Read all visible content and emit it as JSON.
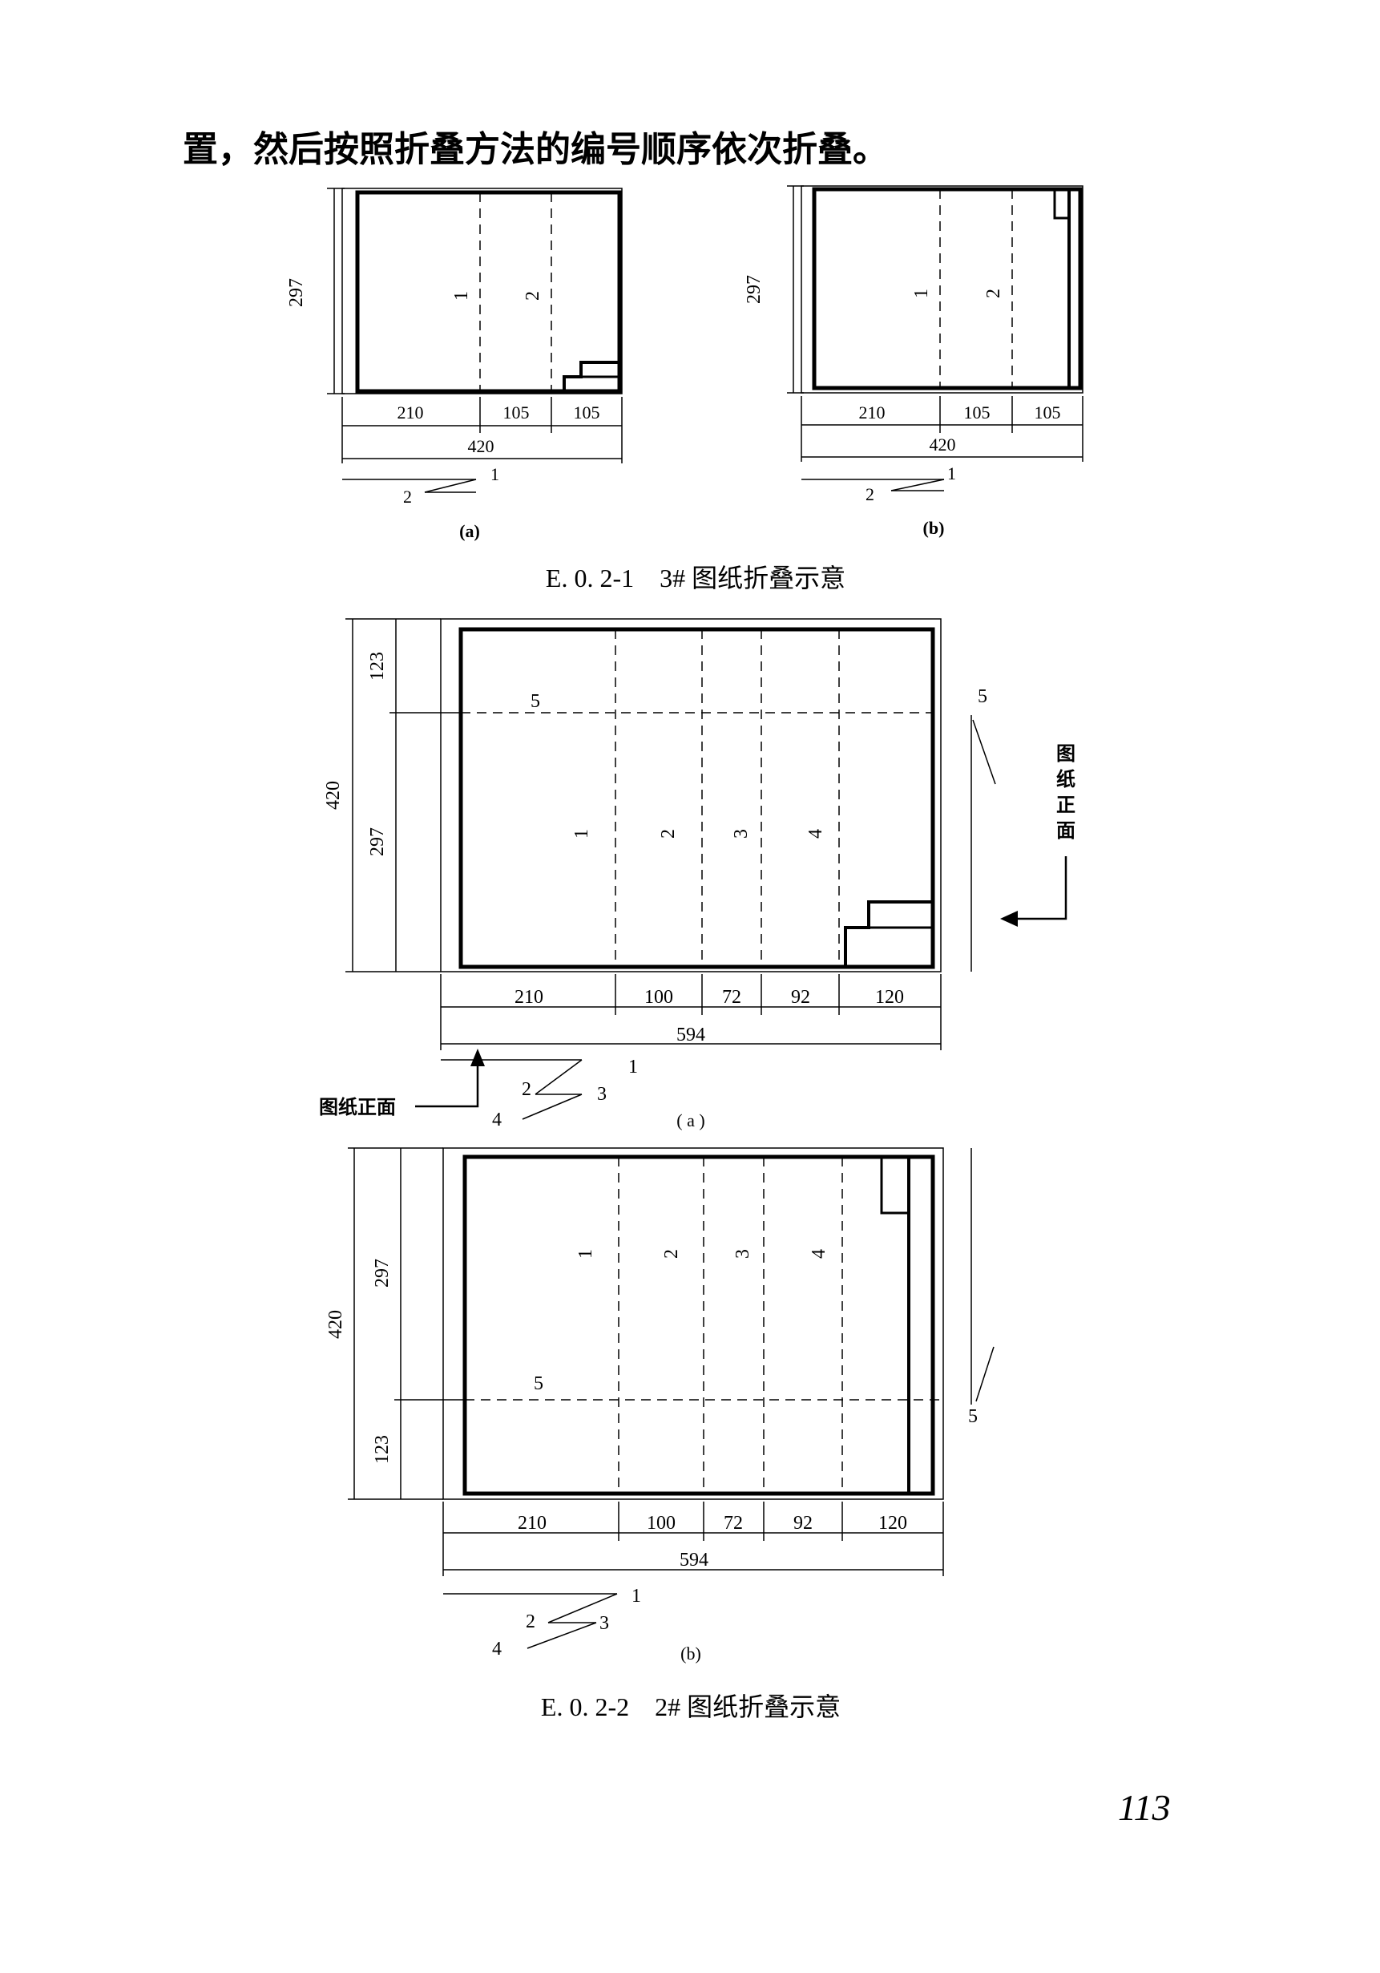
{
  "intro_text": "置，然后按照折叠方法的编号顺序依次折叠。",
  "figure1": {
    "caption": "E. 0. 2-1　3# 图纸折叠示意",
    "a": {
      "label": "(a)",
      "height": "297",
      "segments": [
        "210",
        "105",
        "105"
      ],
      "total": "420",
      "folds": [
        "1",
        "2"
      ],
      "seq": [
        "1",
        "2"
      ]
    },
    "b": {
      "label": "(b)",
      "height": "297",
      "segments": [
        "210",
        "105",
        "105"
      ],
      "total": "420",
      "folds": [
        "1",
        "2"
      ],
      "seq": [
        "1",
        "2"
      ]
    }
  },
  "figure2": {
    "caption": "E. 0. 2-2　2# 图纸折叠示意",
    "a": {
      "label": "( a )",
      "height_total": "420",
      "height_top": "123",
      "height_bottom": "297",
      "segments": [
        "210",
        "100",
        "72",
        "92",
        "120"
      ],
      "total": "594",
      "folds": [
        "1",
        "2",
        "3",
        "4",
        "5"
      ],
      "side_fold": "5",
      "front_label_vertical": [
        "图",
        "纸",
        "正",
        "面"
      ],
      "front_label": "图纸正面",
      "seq": [
        "1",
        "2",
        "3",
        "4"
      ]
    },
    "b": {
      "label": "(b)",
      "height_total": "420",
      "height_top": "297",
      "height_bottom": "123",
      "segments": [
        "210",
        "100",
        "72",
        "92",
        "120"
      ],
      "total": "594",
      "folds": [
        "1",
        "2",
        "3",
        "4",
        "5"
      ],
      "side_fold": "5",
      "seq": [
        "1",
        "2",
        "3",
        "4"
      ]
    }
  },
  "page_number": "113"
}
